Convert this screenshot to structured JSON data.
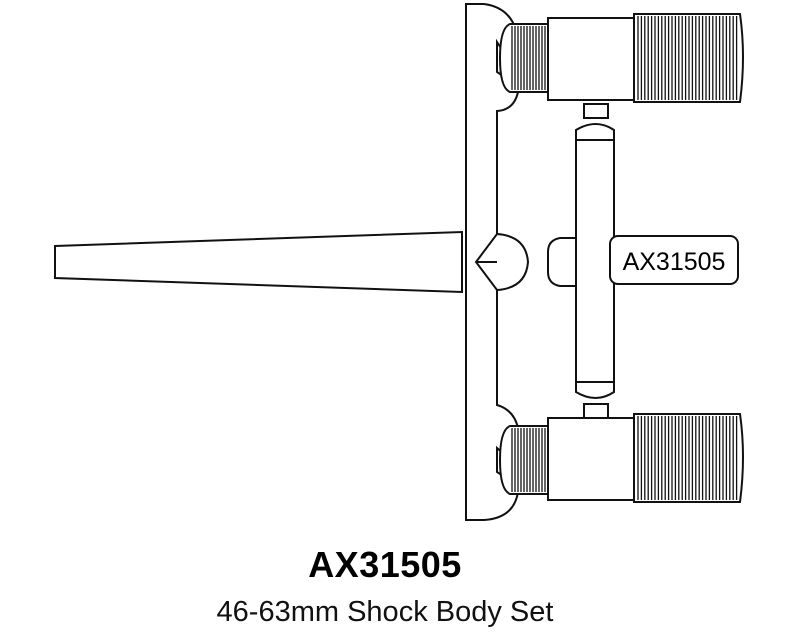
{
  "part_number": "AX31505",
  "description": "46-63mm Shock Body Set",
  "sprue_tag": "AX31505"
}
